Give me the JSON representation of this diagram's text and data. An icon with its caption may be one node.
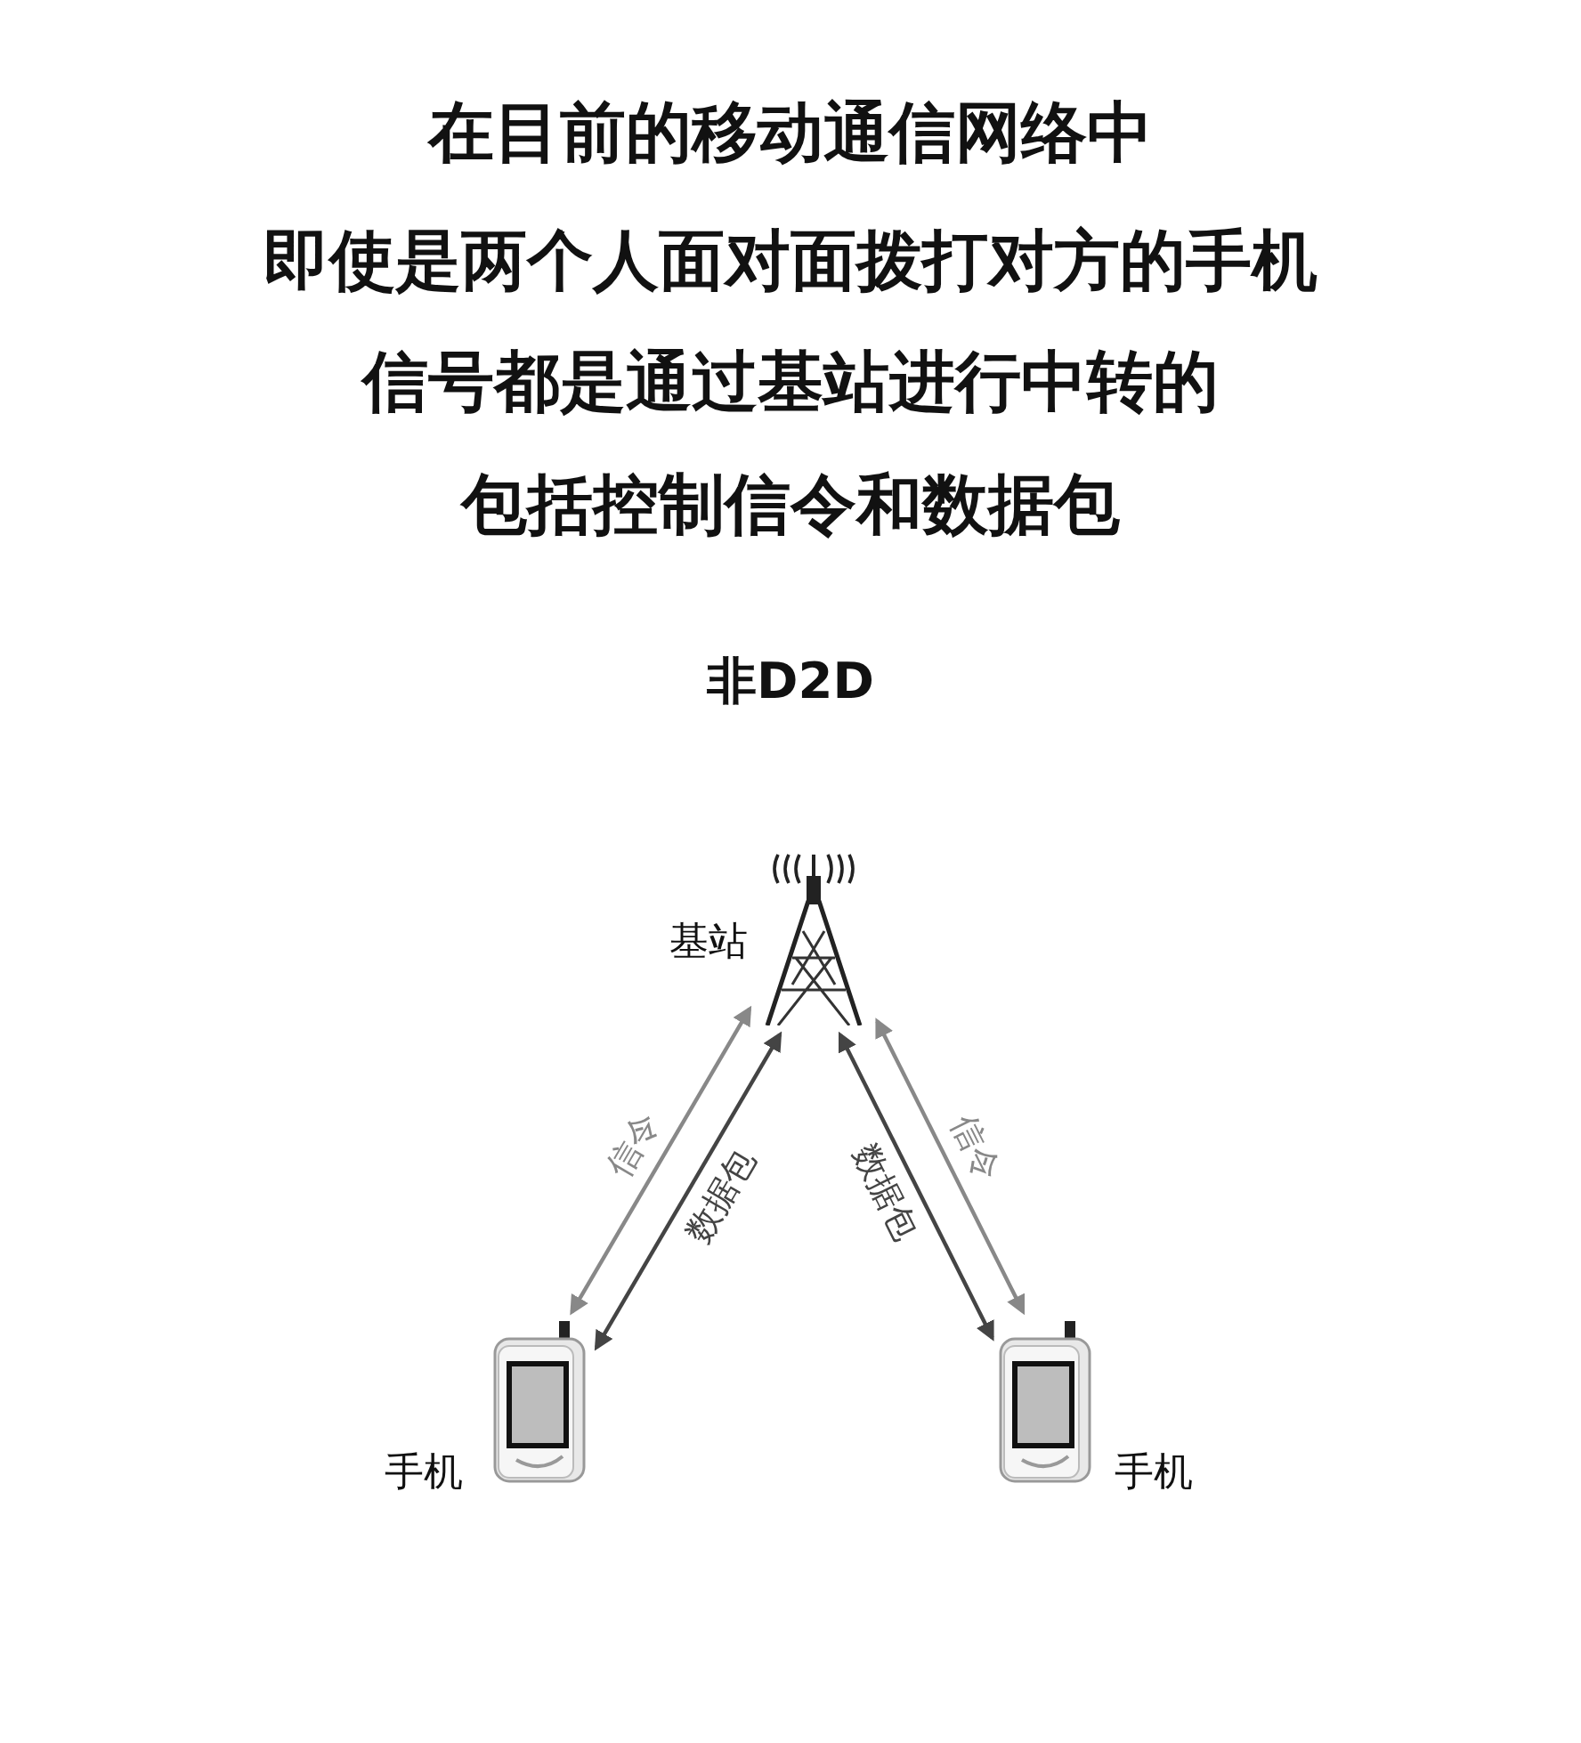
{
  "diagram": {
    "nodes": [
      {
        "text": [],
        "shape": "tower",
        "beside": [
          "基站"
        ]
      },
      {
        "text": [],
        "shape": "phone",
        "beside": [
          "手机"
        ]
      },
      {
        "text": [],
        "shape": "phone",
        "beside": [
          "手机"
        ]
      }
    ],
    "edges": [
      {
        "from": 0,
        "to": 1,
        "arrow": "both",
        "label": "信令",
        "color": "#888888"
      },
      {
        "from": 0,
        "to": 1,
        "arrow": "both",
        "label": "数据包",
        "color": "#444444"
      },
      {
        "from": 0,
        "to": 2,
        "arrow": "both",
        "label": "数据包",
        "color": "#444444"
      },
      {
        "from": 0,
        "to": 2,
        "arrow": "both",
        "label": "信令",
        "color": "#888888"
      }
    ],
    "labels": [
      "在目前的移动通信网络中",
      "即使是两个人面对面拨打对方的手机",
      "信号都是通过基站进行中转的",
      "包括控制信令和数据包",
      "非D2D"
    ]
  }
}
